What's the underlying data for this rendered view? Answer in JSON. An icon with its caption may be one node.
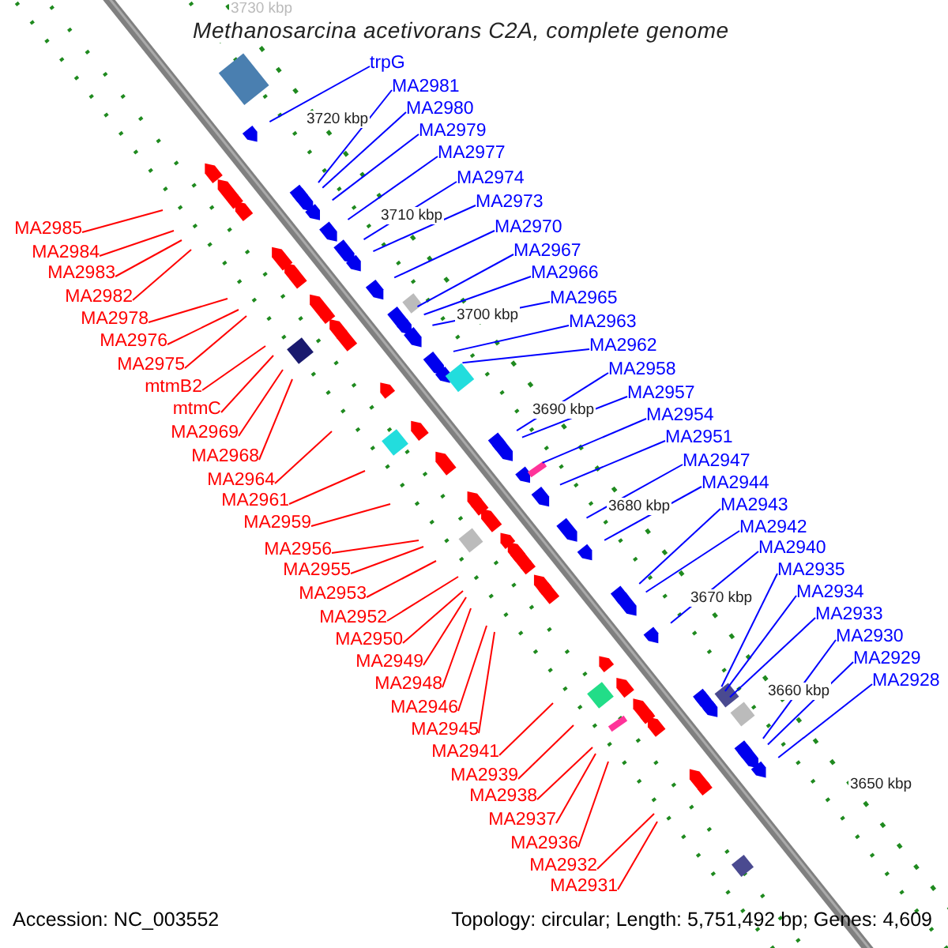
{
  "diagram": {
    "title": "Methanosarcina acetivorans C2A, complete genome",
    "nodes": [
      {
        "text": [
          "trpG"
        ]
      },
      {
        "text": [
          "MA2981"
        ]
      },
      {
        "text": [
          "MA2980"
        ]
      },
      {
        "text": [
          "MA2979"
        ]
      },
      {
        "text": [
          "MA2977"
        ]
      },
      {
        "text": [
          "MA2974"
        ]
      },
      {
        "text": [
          "MA2973"
        ]
      },
      {
        "text": [
          "MA2970"
        ]
      },
      {
        "text": [
          "MA2967"
        ]
      },
      {
        "text": [
          "MA2966"
        ]
      },
      {
        "text": [
          "MA2965"
        ]
      },
      {
        "text": [
          "MA2963"
        ]
      },
      {
        "text": [
          "MA2962"
        ]
      },
      {
        "text": [
          "MA2958"
        ]
      },
      {
        "text": [
          "MA2957"
        ]
      },
      {
        "text": [
          "MA2954"
        ]
      },
      {
        "text": [
          "MA2951"
        ]
      },
      {
        "text": [
          "MA2947"
        ]
      },
      {
        "text": [
          "MA2944"
        ]
      },
      {
        "text": [
          "MA2943"
        ]
      },
      {
        "text": [
          "MA2942"
        ]
      },
      {
        "text": [
          "MA2940"
        ]
      },
      {
        "text": [
          "MA2935"
        ]
      },
      {
        "text": [
          "MA2934"
        ]
      },
      {
        "text": [
          "MA2933"
        ]
      },
      {
        "text": [
          "MA2930"
        ]
      },
      {
        "text": [
          "MA2929"
        ]
      },
      {
        "text": [
          "MA2928"
        ]
      },
      {
        "text": [
          "MA2985"
        ]
      },
      {
        "text": [
          "MA2984"
        ]
      },
      {
        "text": [
          "MA2983"
        ]
      },
      {
        "text": [
          "MA2982"
        ]
      },
      {
        "text": [
          "MA2978"
        ]
      },
      {
        "text": [
          "MA2976"
        ]
      },
      {
        "text": [
          "MA2975"
        ]
      },
      {
        "text": [
          "mtmB2"
        ]
      },
      {
        "text": [
          "mtmC"
        ]
      },
      {
        "text": [
          "MA2969"
        ]
      },
      {
        "text": [
          "MA2968"
        ]
      },
      {
        "text": [
          "MA2964"
        ]
      },
      {
        "text": [
          "MA2961"
        ]
      },
      {
        "text": [
          "MA2959"
        ]
      },
      {
        "text": [
          "MA2956"
        ]
      },
      {
        "text": [
          "MA2955"
        ]
      },
      {
        "text": [
          "MA2953"
        ]
      },
      {
        "text": [
          "MA2952"
        ]
      },
      {
        "text": [
          "MA2950"
        ]
      },
      {
        "text": [
          "MA2949"
        ]
      },
      {
        "text": [
          "MA2948"
        ]
      },
      {
        "text": [
          "MA2946"
        ]
      },
      {
        "text": [
          "MA2945"
        ]
      },
      {
        "text": [
          "MA2941"
        ]
      },
      {
        "text": [
          "MA2939"
        ]
      },
      {
        "text": [
          "MA2938"
        ]
      },
      {
        "text": [
          "MA2937"
        ]
      },
      {
        "text": [
          "MA2936"
        ]
      },
      {
        "text": [
          "MA2932"
        ]
      },
      {
        "text": [
          "MA2931"
        ]
      }
    ],
    "edges": [
      {
        "from": 0,
        "to": null,
        "arrow": "none",
        "color": "#0000ff"
      },
      {
        "from": 1,
        "to": null,
        "arrow": "none",
        "color": "#0000ff"
      },
      {
        "from": 2,
        "to": null,
        "arrow": "none",
        "color": "#0000ff"
      },
      {
        "from": 3,
        "to": null,
        "arrow": "none",
        "color": "#0000ff"
      },
      {
        "from": 4,
        "to": null,
        "arrow": "none",
        "color": "#0000ff"
      },
      {
        "from": 5,
        "to": null,
        "arrow": "none",
        "color": "#0000ff"
      },
      {
        "from": 6,
        "to": null,
        "arrow": "none",
        "color": "#0000ff"
      },
      {
        "from": 7,
        "to": null,
        "arrow": "none",
        "color": "#0000ff"
      },
      {
        "from": 8,
        "to": null,
        "arrow": "none",
        "color": "#0000ff"
      },
      {
        "from": 9,
        "to": null,
        "arrow": "none",
        "color": "#0000ff"
      },
      {
        "from": 10,
        "to": null,
        "arrow": "none",
        "color": "#0000ff"
      },
      {
        "from": 11,
        "to": null,
        "arrow": "none",
        "color": "#0000ff"
      },
      {
        "from": 12,
        "to": null,
        "arrow": "none",
        "color": "#0000ff"
      },
      {
        "from": 13,
        "to": null,
        "arrow": "none",
        "color": "#0000ff"
      },
      {
        "from": 14,
        "to": null,
        "arrow": "none",
        "color": "#0000ff"
      },
      {
        "from": 15,
        "to": null,
        "arrow": "none",
        "color": "#0000ff"
      },
      {
        "from": 16,
        "to": null,
        "arrow": "none",
        "color": "#0000ff"
      },
      {
        "from": 17,
        "to": null,
        "arrow": "none",
        "color": "#0000ff"
      },
      {
        "from": 18,
        "to": null,
        "arrow": "none",
        "color": "#0000ff"
      },
      {
        "from": 19,
        "to": null,
        "arrow": "none",
        "color": "#0000ff"
      },
      {
        "from": 20,
        "to": null,
        "arrow": "none",
        "color": "#0000ff"
      },
      {
        "from": 21,
        "to": null,
        "arrow": "none",
        "color": "#0000ff"
      },
      {
        "from": 22,
        "to": null,
        "arrow": "none",
        "color": "#0000ff"
      },
      {
        "from": 23,
        "to": null,
        "arrow": "none",
        "color": "#0000ff"
      },
      {
        "from": 24,
        "to": null,
        "arrow": "none",
        "color": "#0000ff"
      },
      {
        "from": 25,
        "to": null,
        "arrow": "none",
        "color": "#0000ff"
      },
      {
        "from": 26,
        "to": null,
        "arrow": "none",
        "color": "#0000ff"
      },
      {
        "from": 27,
        "to": null,
        "arrow": "none",
        "color": "#0000ff"
      },
      {
        "from": 28,
        "to": null,
        "arrow": "none"
      },
      {
        "from": 29,
        "to": null,
        "arrow": "none"
      },
      {
        "from": 30,
        "to": null,
        "arrow": "none"
      },
      {
        "from": 31,
        "to": null,
        "arrow": "none"
      },
      {
        "from": 32,
        "to": null,
        "arrow": "none"
      },
      {
        "from": 33,
        "to": null,
        "arrow": "none"
      },
      {
        "from": 34,
        "to": null,
        "arrow": "none"
      },
      {
        "from": 35,
        "to": null,
        "arrow": "none"
      },
      {
        "from": 36,
        "to": null,
        "arrow": "none"
      },
      {
        "from": 37,
        "to": null,
        "arrow": "none"
      },
      {
        "from": 38,
        "to": null,
        "arrow": "none"
      },
      {
        "from": 39,
        "to": null,
        "arrow": "none"
      },
      {
        "from": 40,
        "to": null,
        "arrow": "none"
      },
      {
        "from": 41,
        "to": null,
        "arrow": "none"
      },
      {
        "from": 42,
        "to": null,
        "arrow": "none"
      },
      {
        "from": 43,
        "to": null,
        "arrow": "none"
      },
      {
        "from": 44,
        "to": null,
        "arrow": "none"
      },
      {
        "from": 45,
        "to": null,
        "arrow": "none"
      },
      {
        "from": 46,
        "to": null,
        "arrow": "none"
      },
      {
        "from": 47,
        "to": null,
        "arrow": "none"
      },
      {
        "from": 48,
        "to": null,
        "arrow": "none"
      },
      {
        "from": 49,
        "to": null,
        "arrow": "none"
      },
      {
        "from": 50,
        "to": null,
        "arrow": "none"
      },
      {
        "from": 51,
        "to": null,
        "arrow": "none"
      },
      {
        "from": 52,
        "to": null,
        "arrow": "none"
      },
      {
        "from": 53,
        "to": null,
        "arrow": "none"
      },
      {
        "from": 54,
        "to": null,
        "arrow": "none"
      },
      {
        "from": 55,
        "to": null,
        "arrow": "none"
      },
      {
        "from": 56,
        "to": null,
        "arrow": "none"
      },
      {
        "from": 57,
        "to": null,
        "arrow": "none"
      }
    ],
    "labels": [
      "3730 kbp",
      "3720 kbp",
      "3710 kbp",
      "3700 kbp",
      "3690 kbp",
      "3680 kbp",
      "3670 kbp",
      "3660 kbp",
      "3650 kbp",
      "Accession: NC_003552",
      "Topology: circular; Length: 5,751,492 bp; Genes: 4,609"
    ]
  }
}
